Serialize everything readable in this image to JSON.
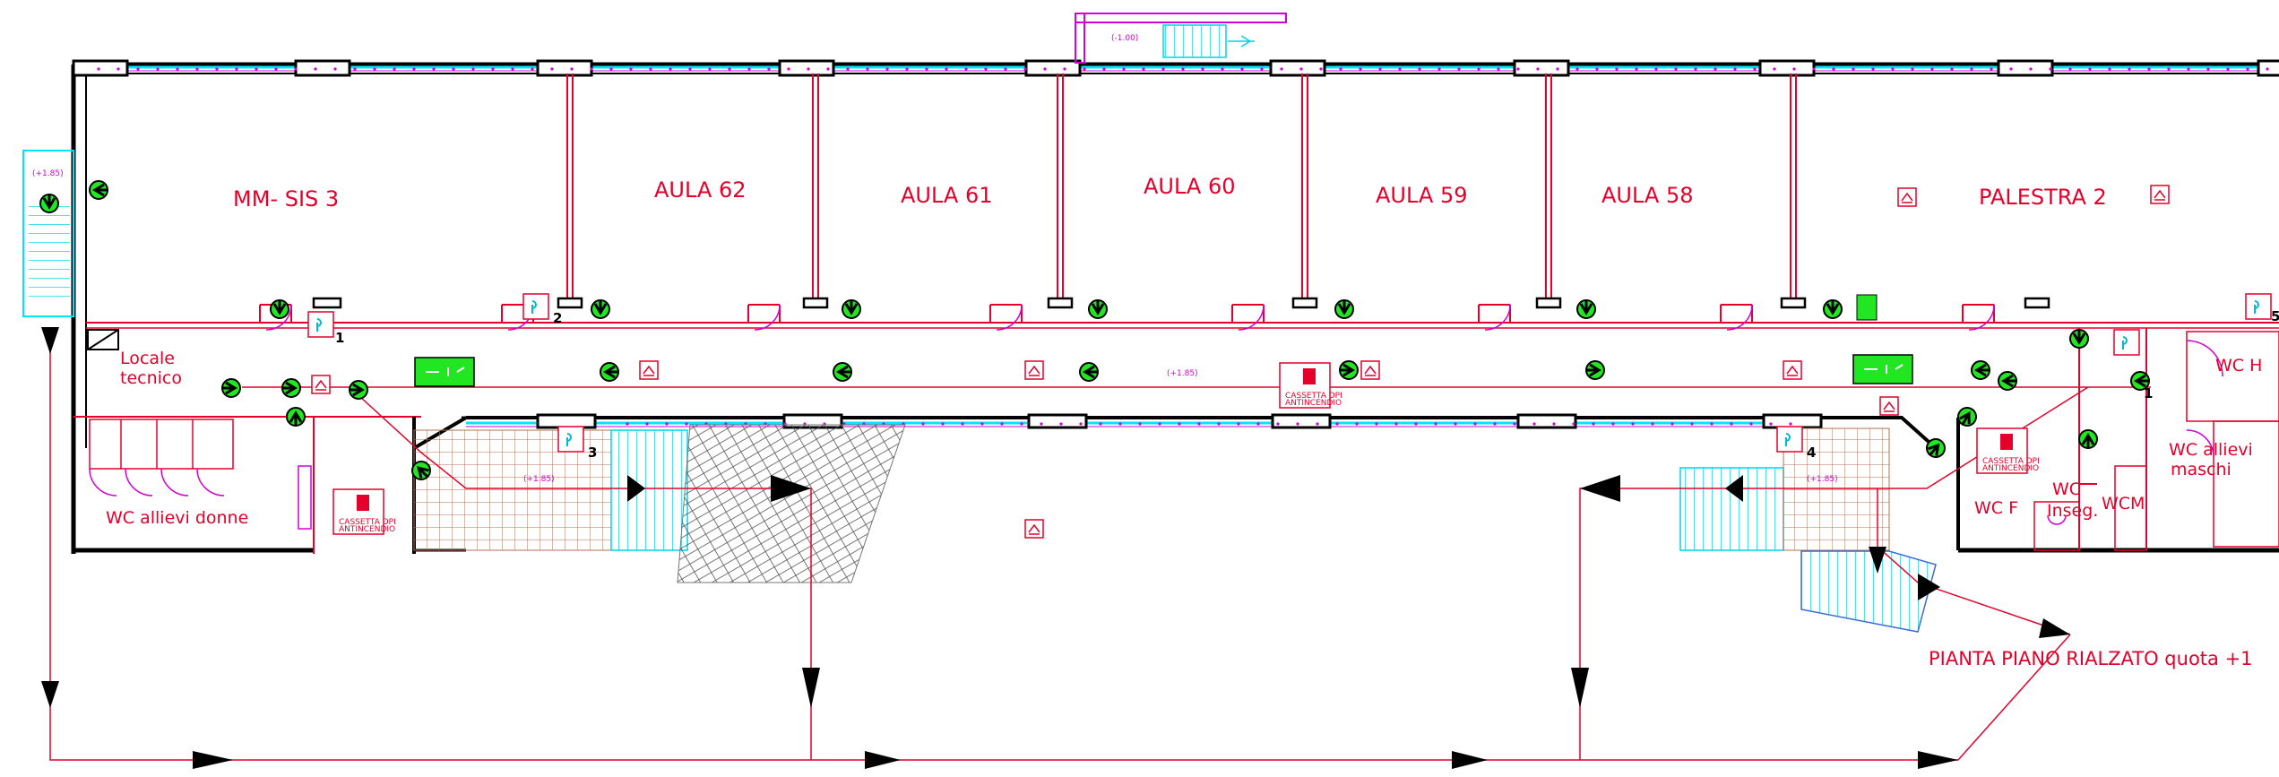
{
  "rooms": {
    "mm_sis": "MM-  SIS  3",
    "aula62": "AULA  62",
    "aula61": "AULA  61",
    "aula60": "AULA  60",
    "aula59": "AULA  59",
    "aula58": "AULA  58",
    "palestra": "PALESTRA  2",
    "locale1": "Locale",
    "locale2": "tecnico",
    "wc_donne": "WC  allievi  donne",
    "wc_h": "WC  H",
    "wc_maschi1": "WC  allievi",
    "wc_maschi2": "maschi",
    "wc_f": "WC  F",
    "wc_inseg1": "WC",
    "wc_inseg2": "Inseg.",
    "wcm": "WCM"
  },
  "levels": {
    "top": "(-1.00)",
    "left": "(+1.85)",
    "corridor": "(+1.85)",
    "lobby_left": "(+1.85)",
    "lobby_right": "(+1.85)"
  },
  "cassetta": {
    "line1": "CASSETTA DPI",
    "line2": "ANTINCENDIO"
  },
  "numbers": {
    "n1": "1",
    "n2": "2",
    "n3": "3",
    "n4": "4",
    "n1b": "1",
    "n5": "5"
  },
  "title": "PIANTA  PIANO  RIALZATO  quota  +1",
  "colors": {
    "red": "#e4002b",
    "cyan": "#00e5ff",
    "magenta": "#d400d4",
    "green": "#22e622",
    "black": "#000000",
    "tile": "#b07050"
  }
}
